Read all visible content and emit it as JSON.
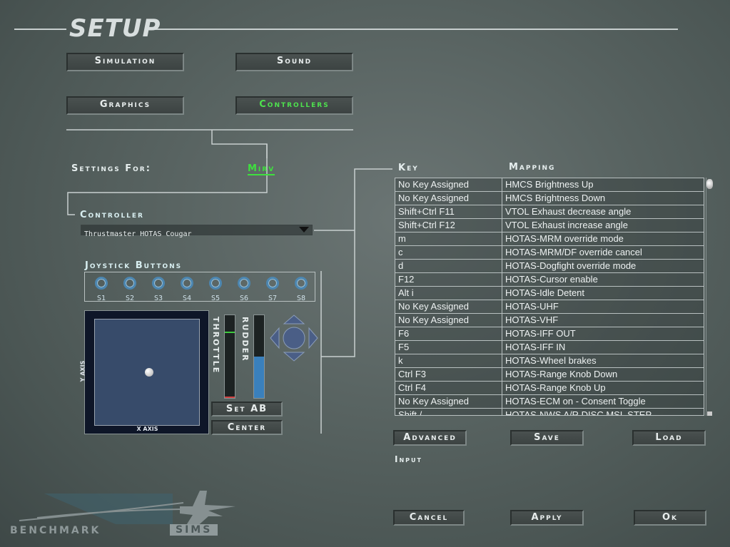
{
  "title": "SETUP",
  "tabs": [
    {
      "label": "Simulation"
    },
    {
      "label": "Sound"
    },
    {
      "label": "Graphics"
    },
    {
      "label": "Controllers",
      "active": true
    }
  ],
  "settings_for": {
    "label": "Settings For:",
    "value": "Mirv"
  },
  "controller": {
    "label": "Controller",
    "selected": "Thrustmaster HOTAS Cougar"
  },
  "joystick_buttons": {
    "label": "Joystick Buttons",
    "buttons": [
      "S1",
      "S2",
      "S3",
      "S4",
      "S5",
      "S6",
      "S7",
      "S8"
    ]
  },
  "axes": {
    "x_label": "X AXIS",
    "y_label": "Y AXIS",
    "throttle_label": "THROTTLE",
    "rudder_label": "RUDDER",
    "rudder_fill": 0.5
  },
  "axis_buttons": {
    "set_ab": "Set AB",
    "center": "Center"
  },
  "table": {
    "headers": {
      "key": "Key",
      "mapping": "Mapping"
    },
    "rows": [
      [
        "No Key Assigned",
        "HMCS Brightness Up"
      ],
      [
        "No Key Assigned",
        "HMCS Brightness Down"
      ],
      [
        "Shift+Ctrl F11",
        "VTOL Exhaust decrease angle"
      ],
      [
        "Shift+Ctrl F12",
        "VTOL Exhaust increase angle"
      ],
      [
        "m",
        "HOTAS-MRM override mode"
      ],
      [
        "c",
        "HOTAS-MRM/DF override cancel"
      ],
      [
        "d",
        "HOTAS-Dogfight override mode"
      ],
      [
        "F12",
        "HOTAS-Cursor enable"
      ],
      [
        "Alt i",
        "HOTAS-Idle Detent"
      ],
      [
        "No Key Assigned",
        "HOTAS-UHF"
      ],
      [
        "No Key Assigned",
        "HOTAS-VHF"
      ],
      [
        "F6",
        "HOTAS-IFF OUT"
      ],
      [
        "F5",
        "HOTAS-IFF IN"
      ],
      [
        "k",
        "HOTAS-Wheel brakes"
      ],
      [
        "Ctrl F3",
        "HOTAS-Range Knob Down"
      ],
      [
        "Ctrl F4",
        "HOTAS-Range Knob Up"
      ],
      [
        "No Key Assigned",
        "HOTAS-ECM on - Consent Toggle"
      ],
      [
        "Shift /",
        "HOTAS-NWS A/R DISC MSL STEP"
      ]
    ]
  },
  "actions": {
    "advanced": "Advanced",
    "save": "Save",
    "load": "Load"
  },
  "input_label": "Input",
  "footer": {
    "cancel": "Cancel",
    "apply": "Apply",
    "ok": "Ok"
  },
  "logo": {
    "text1": "BENCHMARK",
    "text2": "SIMS"
  }
}
